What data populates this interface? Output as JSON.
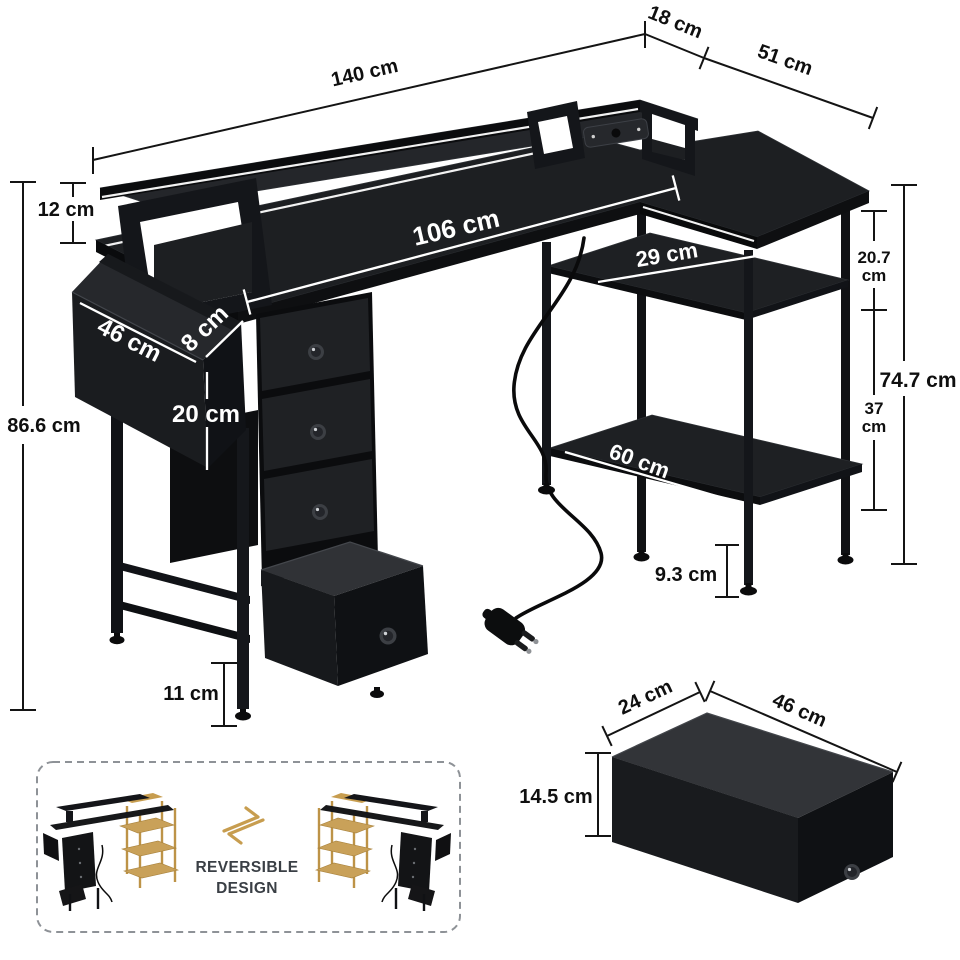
{
  "diagram": {
    "dims": {
      "top_shelf_length": "140 cm",
      "top_shelf_depth": "18 cm",
      "side_top_depth": "51 cm",
      "riser_height": "12 cm",
      "desktop_length": "106 cm",
      "overall_height": "86.6 cm",
      "pocket_length": "46 cm",
      "pocket_depth": "8 cm",
      "pocket_height": "20 cm",
      "middle_shelf_depth": "29 cm",
      "bottom_shelf_length": "60 cm",
      "gap_top_value": "20.7",
      "gap_top_unit": "cm",
      "gap_bottom_value": "37",
      "gap_bottom_unit": "cm",
      "side_height": "74.7 cm",
      "shelf_leg_height": "9.3 cm",
      "desk_leg_height": "11 cm"
    },
    "drawer_detail": {
      "depth": "24 cm",
      "length": "46 cm",
      "height": "14.5 cm"
    },
    "inset": {
      "line1": "REVERSIBLE",
      "line2": "DESIGN"
    },
    "colors": {
      "accent_gold": "#c79d4f",
      "desk_black": "#1d1f22",
      "dim_text": "#141414",
      "led_white": "#ffffff"
    }
  }
}
